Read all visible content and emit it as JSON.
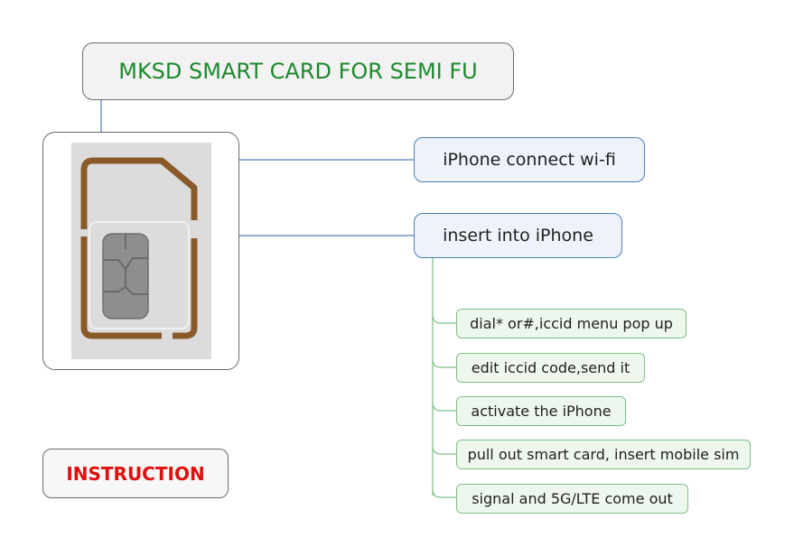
{
  "title": "MKSD SMART CARD FOR SEMI FU",
  "branches": {
    "wifi": "iPhone connect wi-fi",
    "insert": "insert into iPhone"
  },
  "steps": [
    "dial* or#,iccid menu pop up",
    "edit iccid code,send it",
    "activate the iPhone",
    "pull out smart card, insert mobile sim",
    "signal and 5G/LTE come out"
  ],
  "note": "INSTRUCTION",
  "colors": {
    "title_text": "#1d8a2e",
    "note_text": "#e00f0f",
    "branch_border": "#4e7fba",
    "step_border": "#7fbf86"
  },
  "image": {
    "subject": "sim-card-photo"
  }
}
